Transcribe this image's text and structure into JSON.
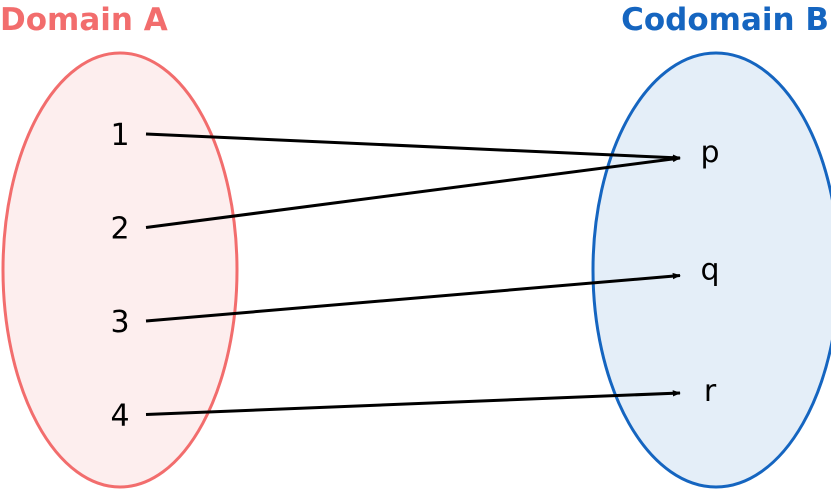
{
  "domain": {
    "title": "Domain A",
    "elements": [
      "1",
      "2",
      "3",
      "4"
    ],
    "color": "#f26d6d",
    "fill": "#fdeeee"
  },
  "codomain": {
    "title": "Codomain B",
    "elements": [
      "p",
      "q",
      "r"
    ],
    "color": "#1565c0",
    "fill": "#e4eef8"
  },
  "mapping": [
    {
      "from": "1",
      "to": "p"
    },
    {
      "from": "2",
      "to": "p"
    },
    {
      "from": "3",
      "to": "q"
    },
    {
      "from": "4",
      "to": "r"
    }
  ]
}
